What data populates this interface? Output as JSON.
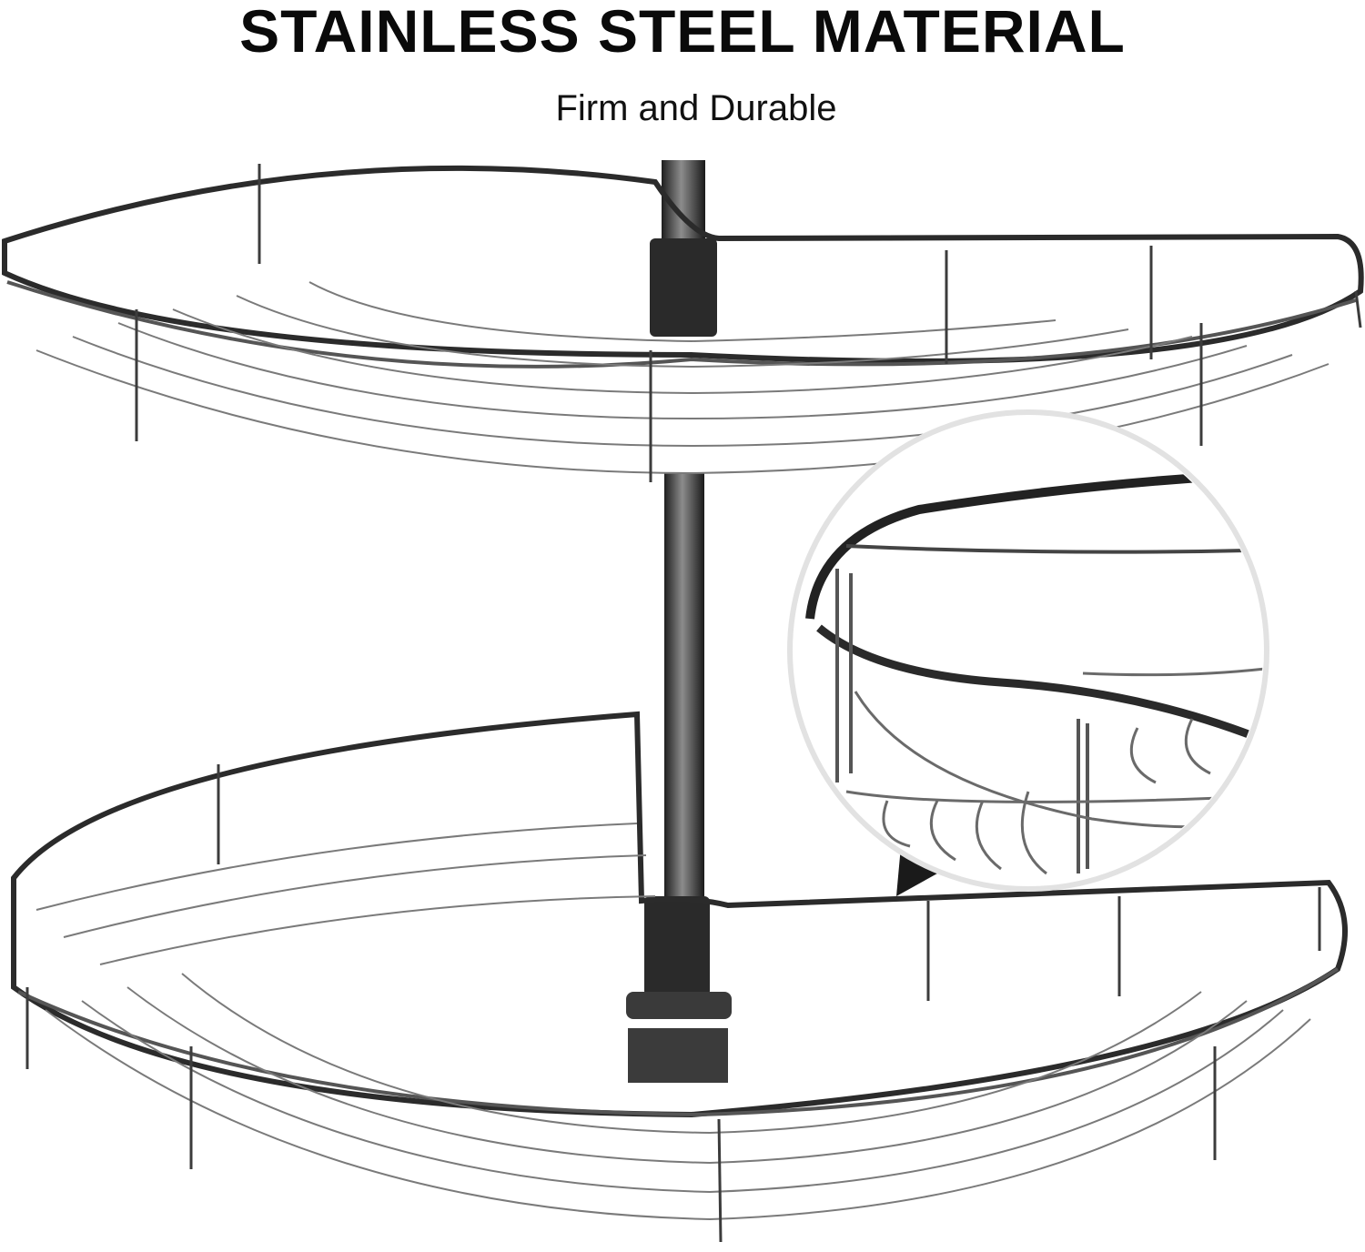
{
  "headline": "STAINLESS STEEL MATERIAL",
  "subline": "Firm and Durable",
  "colors": {
    "text": "#0a0a0a",
    "metal_dark": "#2b2b2b",
    "metal_mid": "#6e6e6e",
    "metal_light": "#a9a9a9",
    "background": "#ffffff"
  },
  "icons": {
    "zoom_inset": "magnified-rim-detail"
  }
}
